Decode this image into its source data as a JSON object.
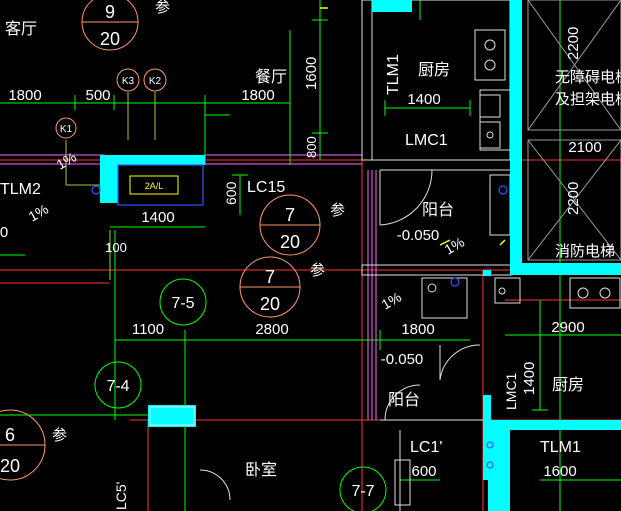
{
  "colors": {
    "background": "#000000",
    "wall": "#00ffff",
    "axis": "#ff3333",
    "dimension": "#00ff00",
    "text": "#ffffff",
    "grid_bubble": "#ff9966",
    "window": "#ff66ff",
    "yellow": "#ffff00",
    "blue": "#3355ff",
    "grey": "#9a9a9a"
  },
  "rooms": {
    "living": "客厅",
    "dining": "餐厅",
    "kitchen_top": "厨房",
    "kitchen_bottom": "厨房",
    "balcony_top": "阳台",
    "balcony_bottom": "阳台",
    "bedroom": "卧室",
    "elevator_accessible_1": "无障碍电梯",
    "elevator_accessible_2": "及担架电梯",
    "elevator_fire": "消防电梯"
  },
  "tags": {
    "tlm1_top": "TLM1",
    "tlm2": "TLM2",
    "lmc1_top": "LMC1",
    "lc15": "LC15",
    "lmc1_bottom": "LMC1",
    "lc1_bottom": "LC1'",
    "tlm1_bottom": "TLM1",
    "lc5_left": "LC5'",
    "ac_box": "2A/L",
    "k1": "K1",
    "k2": "K2",
    "k3": "K3",
    "slope_1": "1%",
    "slope_2": "1%",
    "slope_3": "1%",
    "slope_4": "1%",
    "ref_1": "参",
    "ref_2": "参",
    "ref_3": "参",
    "ref_4": "参"
  },
  "dimensions": {
    "d1800_a": "1800",
    "d500": "500",
    "d1800_b": "1800",
    "d1600_v": "1600",
    "d800_v": "800",
    "d1400_a": "1400",
    "d2200_v_a": "2200",
    "d2100": "2100",
    "d2200_v_b": "2200",
    "d600_v": "600",
    "d1400_b": "1400",
    "d100": "100",
    "d1100": "1100",
    "d2800": "2800",
    "d1800_c": "1800",
    "d2900": "2900",
    "d1400_v": "1400",
    "d600_b": "600",
    "d1600_b": "1600",
    "level_1": "-0.050",
    "level_2": "-0.050",
    "cut_0": "0"
  },
  "detail_callouts": [
    {
      "top": "9",
      "bottom": "20"
    },
    {
      "top": "7",
      "bottom": "20"
    },
    {
      "top": "7",
      "bottom": "20"
    },
    {
      "top": "6",
      "bottom": "20"
    }
  ],
  "axis_bubbles": {
    "a75": "7-5",
    "a74": "7-4",
    "a77": "7-7"
  }
}
